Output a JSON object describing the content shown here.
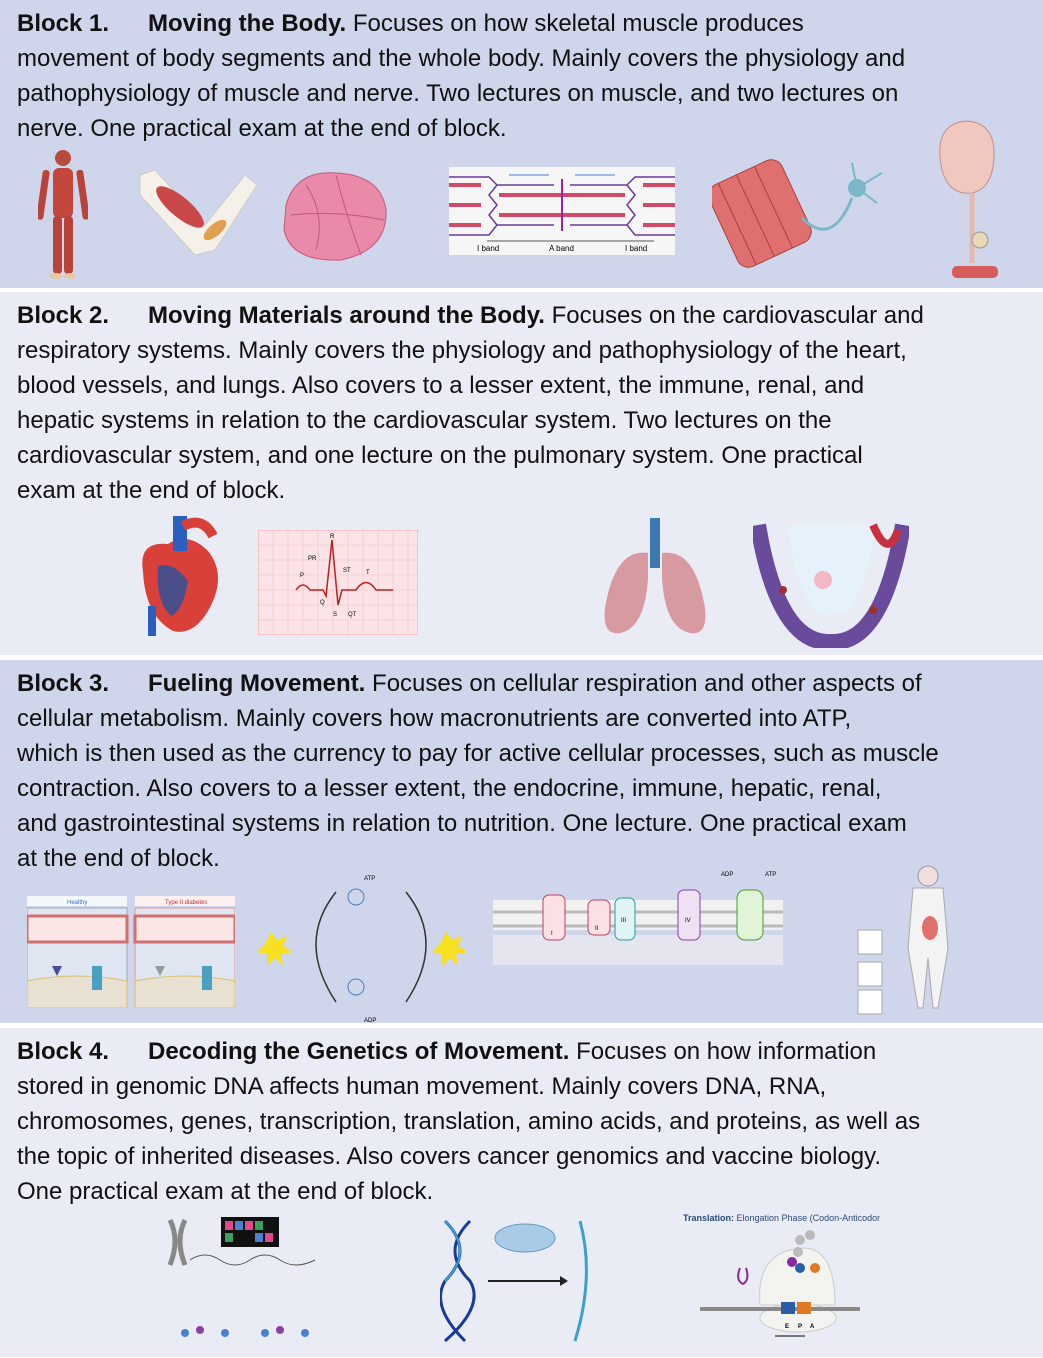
{
  "blocks": [
    {
      "label": "Block 1.",
      "title": "Moving the Body.",
      "lines": [
        " Focuses on how skeletal muscle produces",
        "movement of body segments and the whole body.  Mainly covers the physiology and",
        "pathophysiology of muscle and nerve.  Two lectures on muscle, and two lectures on",
        "nerve.  One practical exam at the end of block."
      ]
    },
    {
      "label": "Block 2.",
      "title": "Moving Materials around the Body.",
      "lines": [
        " Focuses on the cardiovascular and",
        "respiratory systems.  Mainly covers the physiology and pathophysiology of the heart,",
        "blood vessels, and lungs.  Also covers to a lesser extent, the immune, renal, and",
        "hepatic systems in relation to the cardiovascular system.  Two lectures on the",
        "cardiovascular system, and one lecture on the pulmonary system.  One practical",
        "exam at the end of block."
      ]
    },
    {
      "label": "Block 3.",
      "title": "Fueling Movement.",
      "lines": [
        " Focuses on cellular respiration and other aspects of",
        "cellular metabolism.  Mainly covers how macronutrients are converted into ATP,",
        "which is then used as the currency to pay for active cellular processes, such as muscle",
        "contraction.  Also covers to a lesser extent, the endocrine, immune, hepatic, renal,",
        "and gastrointestinal systems in relation to nutrition.  One lecture.  One practical exam",
        "at the end of block."
      ]
    },
    {
      "label": "Block 4.",
      "title": "Decoding the Genetics of Movement.",
      "lines": [
        " Focuses on how information",
        "stored in genomic DNA affects human movement.  Mainly covers DNA, RNA,",
        "chromosomes, genes, transcription, translation, amino acids, and proteins, as well as",
        "the topic of inherited diseases.  Also covers cancer genomics and vaccine biology.",
        "One practical exam at the end of block."
      ]
    }
  ],
  "figures": {
    "sarcomere": {
      "i_band": "I band",
      "a_band": "A band"
    },
    "ecg": {
      "pr": "PR",
      "st": "ST",
      "qt": "QT",
      "p": "P",
      "q": "Q",
      "r": "R",
      "s": "S",
      "t": "T"
    },
    "diabetes": {
      "healthy": "Healthy",
      "type2": "Type II diabetes"
    },
    "translation": {
      "title_bold": "Translation:",
      "title_rest": " Elongation Phase (Codon-Anticodon)",
      "sites": [
        "E",
        "P",
        "A"
      ]
    },
    "etc": {
      "atp": "ATP",
      "adp": "ADP",
      "complexes": [
        "I",
        "II",
        "III",
        "IV"
      ]
    }
  },
  "colors": {
    "block_dark": "#cfd5ea",
    "block_light": "#e9ebf5",
    "muscle": "#c9484a",
    "nerve": "#7ab8c9"
  }
}
